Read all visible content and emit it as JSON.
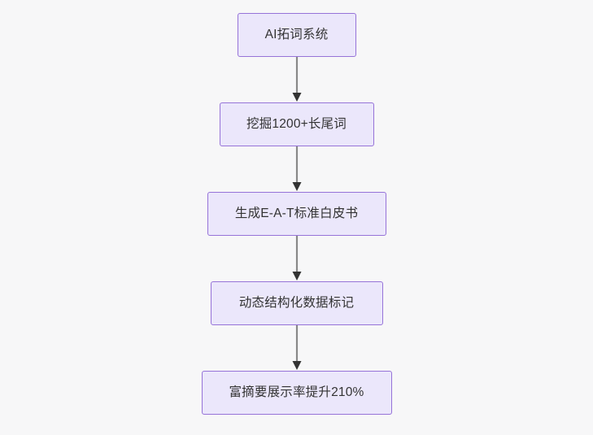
{
  "diagram": {
    "type": "flowchart",
    "direction": "top-to-bottom",
    "background_color": "#f7f7f8",
    "node_fill_color": "#ebe7fb",
    "node_border_color": "#9673d8",
    "node_text_color": "#333333",
    "connector_line_color": "#888888",
    "connector_arrow_color": "#333333",
    "nodes": [
      {
        "id": "n0",
        "label": "AI拓词系统"
      },
      {
        "id": "n1",
        "label": "挖掘1200+长尾词"
      },
      {
        "id": "n2",
        "label": "生成E-A-T标准白皮书"
      },
      {
        "id": "n3",
        "label": "动态结构化数据标记"
      },
      {
        "id": "n4",
        "label": "富摘要展示率提升210%"
      }
    ],
    "edges": [
      {
        "from": "n0",
        "to": "n1",
        "arrow": "down-arrow-icon"
      },
      {
        "from": "n1",
        "to": "n2",
        "arrow": "down-arrow-icon"
      },
      {
        "from": "n2",
        "to": "n3",
        "arrow": "down-arrow-icon"
      },
      {
        "from": "n3",
        "to": "n4",
        "arrow": "down-arrow-icon"
      }
    ]
  }
}
